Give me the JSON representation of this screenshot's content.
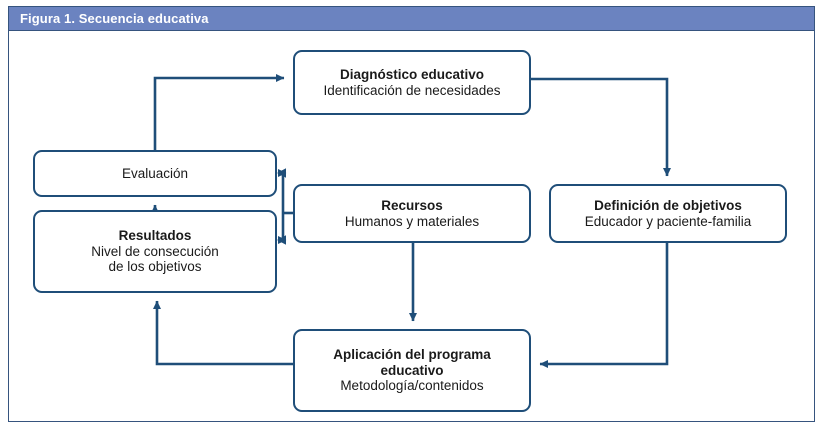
{
  "figure": {
    "header_title": "Figura 1. Secuencia educativa",
    "header_bg": "#6b83c0",
    "frame_border": "#36547e",
    "node_border": "#1f4e79",
    "connector_color": "#1f4e79"
  },
  "nodes": {
    "diagnostico": {
      "title": "Diagnóstico educativo",
      "subtitle": "Identificación de necesidades"
    },
    "evaluacion": {
      "title": "Evaluación",
      "subtitle": ""
    },
    "resultados": {
      "title": "Resultados",
      "subtitle_line1": "Nivel de consecución",
      "subtitle_line2": "de los objetivos"
    },
    "recursos": {
      "title": "Recursos",
      "subtitle": "Humanos y materiales"
    },
    "objetivos": {
      "title": "Definición de objetivos",
      "subtitle": "Educador y paciente-familia"
    },
    "aplicacion": {
      "title_line1": "Aplicación del programa",
      "title_line2": "educativo",
      "subtitle": "Metodología/contenidos"
    }
  }
}
